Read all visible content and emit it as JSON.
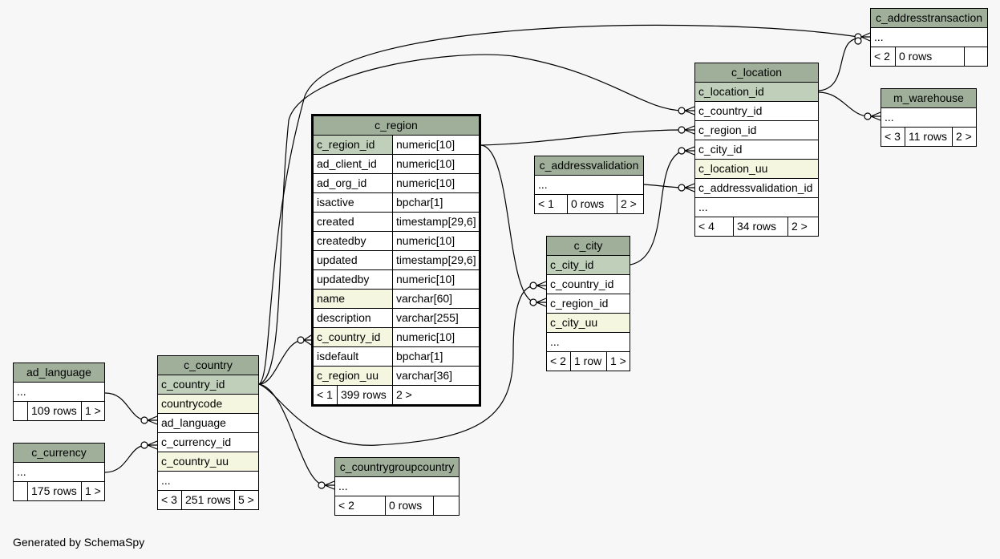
{
  "footer": "Generated by SchemaSpy",
  "tables": {
    "ad_language": {
      "name": "ad_language",
      "rows": [
        "..."
      ],
      "foot": [
        "",
        "109 rows",
        "1 >"
      ]
    },
    "c_currency": {
      "name": "c_currency",
      "rows": [
        "..."
      ],
      "foot": [
        "",
        "175 rows",
        "1 >"
      ]
    },
    "c_country": {
      "name": "c_country",
      "rows": [
        "c_country_id",
        "countrycode",
        "ad_language",
        "c_currency_id",
        "c_country_uu",
        "..."
      ],
      "foot": [
        "< 3",
        "251 rows",
        "5 >"
      ]
    },
    "c_region": {
      "name": "c_region",
      "columns": [
        {
          "name": "c_region_id",
          "type": "numeric[10]"
        },
        {
          "name": "ad_client_id",
          "type": "numeric[10]"
        },
        {
          "name": "ad_org_id",
          "type": "numeric[10]"
        },
        {
          "name": "isactive",
          "type": "bpchar[1]"
        },
        {
          "name": "created",
          "type": "timestamp[29,6]"
        },
        {
          "name": "createdby",
          "type": "numeric[10]"
        },
        {
          "name": "updated",
          "type": "timestamp[29,6]"
        },
        {
          "name": "updatedby",
          "type": "numeric[10]"
        },
        {
          "name": "name",
          "type": "varchar[60]"
        },
        {
          "name": "description",
          "type": "varchar[255]"
        },
        {
          "name": "c_country_id",
          "type": "numeric[10]"
        },
        {
          "name": "isdefault",
          "type": "bpchar[1]"
        },
        {
          "name": "c_region_uu",
          "type": "varchar[36]"
        }
      ],
      "foot": [
        "< 1",
        "399 rows",
        "2 >"
      ]
    },
    "c_countrygroupcountry": {
      "name": "c_countrygroupcountry",
      "rows": [
        "..."
      ],
      "foot": [
        "< 2",
        "0 rows",
        ""
      ]
    },
    "c_city": {
      "name": "c_city",
      "rows": [
        "c_city_id",
        "c_country_id",
        "c_region_id",
        "c_city_uu",
        "..."
      ],
      "foot": [
        "< 2",
        "1 row",
        "1 >"
      ]
    },
    "c_addressvalidation": {
      "name": "c_addressvalidation",
      "rows": [
        "..."
      ],
      "foot": [
        "< 1",
        "0 rows",
        "2 >"
      ]
    },
    "c_location": {
      "name": "c_location",
      "rows": [
        "c_location_id",
        "c_country_id",
        "c_region_id",
        "c_city_id",
        "c_location_uu",
        "c_addressvalidation_id",
        "..."
      ],
      "foot": [
        "< 4",
        "34 rows",
        "2 >"
      ]
    },
    "c_addresstransaction": {
      "name": "c_addresstransaction",
      "rows": [
        "..."
      ],
      "foot": [
        "< 2",
        "0 rows",
        ""
      ]
    },
    "m_warehouse": {
      "name": "m_warehouse",
      "rows": [
        "..."
      ],
      "foot": [
        "< 3",
        "11 rows",
        "2 >"
      ]
    }
  },
  "colors": {
    "header": "#9faf9a",
    "primary_key": "#bfcfb9",
    "indexed": "#f5f6df",
    "background": "#f7f7f7"
  }
}
